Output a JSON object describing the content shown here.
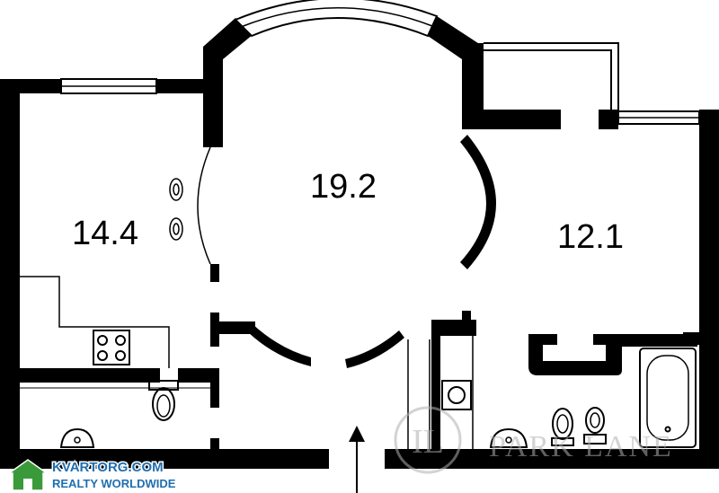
{
  "rooms": [
    {
      "id": "kitchen",
      "area": "14.4"
    },
    {
      "id": "living",
      "area": "19.2"
    },
    {
      "id": "bedroom",
      "area": "12.1"
    }
  ],
  "logo": {
    "site": "KVARTORG.COM",
    "tagline": "REALTY WORLDWIDE",
    "colors": {
      "house": "#3a9a3a",
      "text": "#1f6fb0"
    }
  },
  "watermark": {
    "monogram": "IL",
    "name": "PARK LANE",
    "color": "#b0b0b0"
  },
  "colors": {
    "wall": "#000000",
    "background": "#ffffff"
  }
}
